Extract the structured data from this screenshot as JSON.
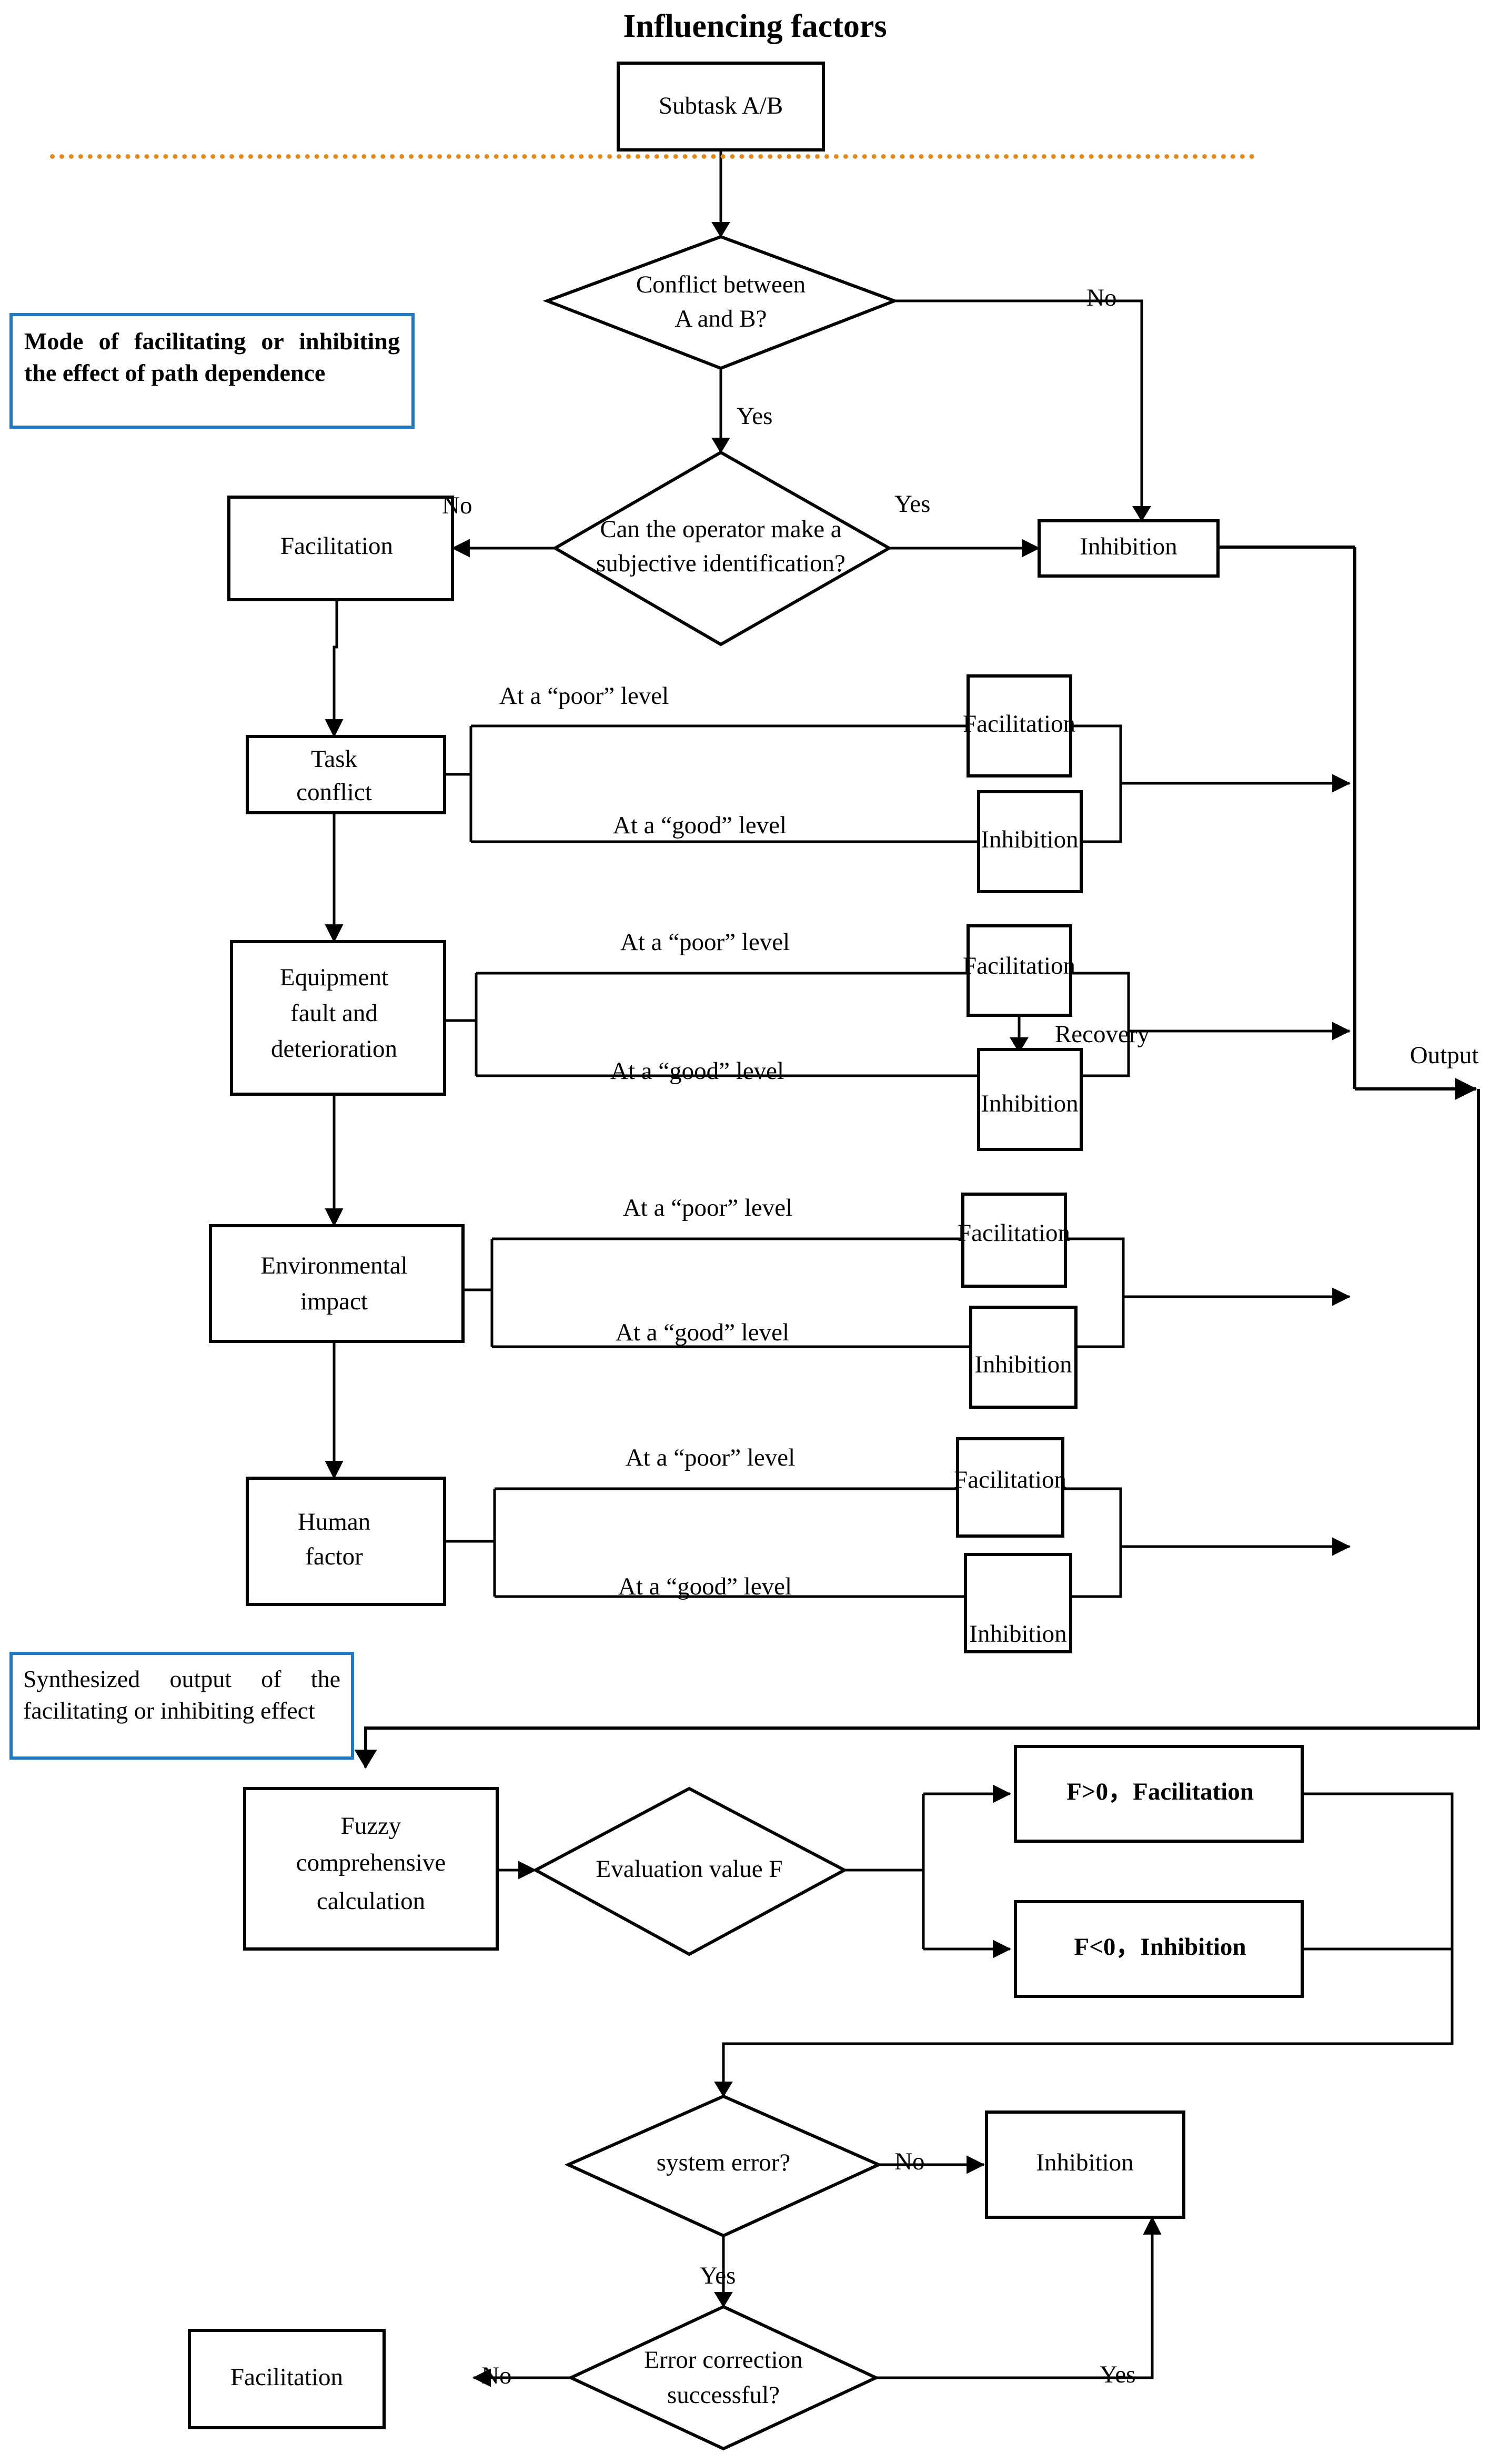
{
  "title": "Influencing factors",
  "annotations": [
    {
      "id": "mode-note",
      "text": "Mode of facilitating or inhibiting the effect of path dependence",
      "bold": true,
      "border_color": "#1f78c1"
    },
    {
      "id": "synth-note",
      "text": "Synthesized output of the facilitating or inhibiting effect",
      "bold": false,
      "border_color": "#1f78c1"
    }
  ],
  "separator": {
    "name": "orange-dotted-divider",
    "color": "#E08A1E"
  },
  "nodes": {
    "subtask": "Subtask A/B",
    "conflict_decision": [
      "Conflict between",
      "A and B?"
    ],
    "identify_decision": [
      "Can the operator make a",
      "subjective identification?"
    ],
    "facilitation_top": "Facilitation",
    "inhibition_top": "Inhibition",
    "task_conflict": [
      "Task",
      "conflict"
    ],
    "equipment_fault": [
      "Equipment",
      "fault and",
      "deterioration"
    ],
    "environmental_impact": [
      "Environmental",
      "impact"
    ],
    "human_factor": [
      "Human",
      "factor"
    ],
    "facilitation": "Facilitation",
    "inhibition": "Inhibition",
    "fuzzy_calc": [
      "Fuzzy",
      "comprehensive",
      "calculation"
    ],
    "evaluation_value": "Evaluation value F",
    "f_positive": "F>0，Facilitation",
    "f_negative": "F<0，Inhibition",
    "system_error": "system error?",
    "inhibition_bottom": "Inhibition",
    "error_correction": [
      "Error correction",
      "successful?"
    ],
    "facilitation_bottom": "Facilitation"
  },
  "edge_labels": {
    "no": "No",
    "yes": "Yes",
    "poor_level": "At a “poor” level",
    "good_level": "At a “good” level",
    "recovery": "Recovery",
    "output": "Output"
  },
  "factor_rows": [
    {
      "factor": "task_conflict",
      "poor": "Facilitation",
      "good": "Inhibition"
    },
    {
      "factor": "equipment_fault",
      "poor": "Facilitation",
      "good": "Inhibition"
    },
    {
      "factor": "environmental_impact",
      "poor": "Facilitation",
      "good": "Inhibition"
    },
    {
      "factor": "human_factor",
      "poor": "Facilitation",
      "good": "Inhibition"
    }
  ]
}
